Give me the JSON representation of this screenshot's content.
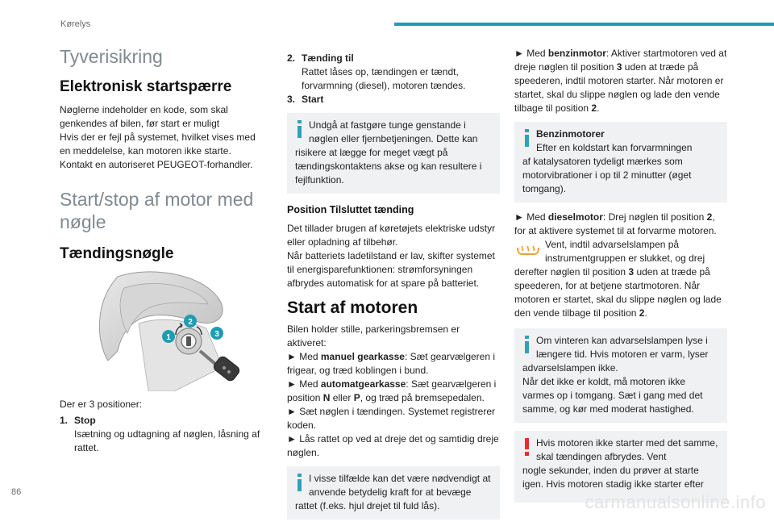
{
  "header": {
    "section": "Kørelys",
    "page_number": "86"
  },
  "watermark": "carmanualsonline.info",
  "colors": {
    "accent": "#1f9bb3",
    "info_icon": "#2aa2ba",
    "warning_icon": "#e0312b",
    "note_bg": "#f0f1f2"
  },
  "col1": {
    "title": "Tyverisikring",
    "h_elec": "Elektronisk startspærre",
    "p1": "Nøglerne indeholder en kode, som skal genkendes af bilen, før start er muligt",
    "p2": "Hvis der er fejl på systemet, hvilket vises med en meddelelse, kan motoren ikke starte.",
    "p3": "Kontakt en autoriseret PEUGEOT-forhandler.",
    "title2": "Start/stop af motor med nøgle",
    "h_key": "Tændingsnøgle",
    "positions_intro": "Der er 3 positioner:",
    "pos1_num": "1.",
    "pos1_label": "Stop",
    "pos1_desc": "Isætning og udtagning af nøglen, låsning af rattet."
  },
  "illustration": {
    "callouts": [
      "1",
      "2",
      "3"
    ]
  },
  "col2": {
    "pos2_num": "2.",
    "pos2_label": "Tænding til",
    "pos2_desc": "Rattet låses op, tændingen er tændt, forvarmning (diesel), motoren tændes.",
    "pos3_num": "3.",
    "pos3_label": "Start",
    "note1_first": "Undgå at fastgøre tunge genstande i nøglen eller fjernbetjeningen. Dette kan",
    "note1_rest": "risikere at lægge for meget vægt på tændingskontaktens akse og kan resultere i fejlfunktion.",
    "h_position": "Position Tilsluttet tænding",
    "p_acc1": "Det tillader brugen af køretøjets elektriske udstyr eller opladning af tilbehør.",
    "p_acc2": "Når batteriets ladetilstand er lav, skifter systemet til energisparefunktionen: strømforsyningen afbrydes automatisk for at spare på batteriet.",
    "h_start": "Start af motoren",
    "p_start": "Bilen holder stille, parkeringsbremsen er aktiveret:",
    "man_pre": "► Med ",
    "man_bold": "manuel gearkasse",
    "man_post": ": Sæt gearvælgeren i frigear, og træd koblingen i bund.",
    "auto_pre": "► Med ",
    "auto_bold": "automatgearkasse",
    "auto_post1": ": Sæt gearvælgeren i position ",
    "auto_n": "N",
    "auto_mid": " eller ",
    "auto_p": "P",
    "auto_post2": ", og træd på bremsepedalen.",
    "step_key": "► Sæt nøglen i tændingen. Systemet registrerer koden.",
    "step_unlock": "► Lås rattet op ved at dreje det og samtidig dreje nøglen.",
    "note2_first": "I visse tilfælde kan det være nødvendigt at anvende betydelig kraft for at bevæge",
    "note2_rest": "rattet (f.eks. hjul drejet til fuld lås)."
  },
  "col3": {
    "petrol_pre": "► Med ",
    "petrol_bold": "benzinmotor",
    "petrol_mid": ": Aktiver startmotoren ved at dreje nøglen til position ",
    "petrol_3": "3",
    "petrol_mid2": " uden at træde på speederen, indtil motoren starter. Når motoren er startet, skal du slippe nøglen og lade den vende tilbage til position ",
    "petrol_2": "2",
    "petrol_end": ".",
    "note3_title": "Benzinmotorer",
    "note3_first": "Efter en koldstart kan forvarmningen",
    "note3_rest": "af katalysatoren tydeligt mærkes som motorvibrationer i op til 2 minutter (øget tomgang).",
    "diesel_pre": "► Med ",
    "diesel_bold": "dieselmotor",
    "diesel_mid": ": Drej nøglen til position ",
    "diesel_2": "2",
    "diesel_end": ", for at aktivere systemet til at forvarme motoren.",
    "glow_text1": "Vent, indtil advarselslampen på instrumentgruppen er slukket, og drej derefter nøglen til position ",
    "glow_3": "3",
    "glow_text2": " uden at træde på speederen, for at betjene startmotoren. Når motoren er startet, skal du slippe nøglen og lade den vende tilbage til position ",
    "glow_2": "2",
    "glow_end": ".",
    "note4_first": "Om vinteren kan advarselslampen lyse i længere tid. Hvis motoren er varm, lyser",
    "note4_rest": "advarselslampen ikke.",
    "note4_p2": "Når det ikke er koldt, må motoren ikke varmes op i tomgang. Sæt i gang med det samme, og kør med moderat hastighed.",
    "note5_first": "Hvis motoren ikke starter med det samme, skal tændingen afbrydes. Vent",
    "note5_rest": "nogle sekunder, inden du prøver at starte igen. Hvis motoren stadig ikke starter efter"
  }
}
